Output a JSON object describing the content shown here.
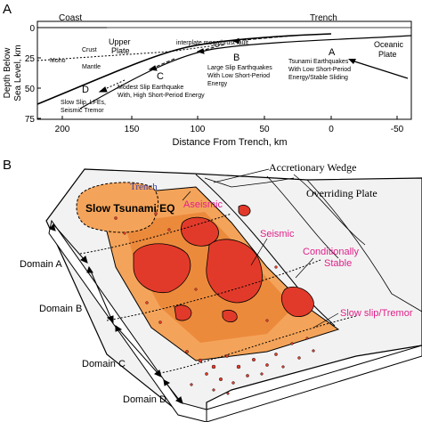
{
  "panel_a": {
    "letter": "A",
    "coast": "Coast",
    "trench": "Trench",
    "y_axis_label_1": "Depth Below",
    "y_axis_label_2": "Sea Level, km",
    "y_ticks": [
      "0",
      "25",
      "50",
      "75"
    ],
    "x_ticks": [
      "200",
      "150",
      "100",
      "50",
      "0",
      "-50"
    ],
    "x_axis_label": "Distance From Trench, km",
    "upper_plate_1": "Upper",
    "upper_plate_2": "Plate",
    "oceanic_plate_1": "Oceanic",
    "oceanic_plate_2": "Plate",
    "crust": "Crust",
    "moho": "Moho",
    "mantle": "Mantle",
    "fault": "interplate megathrust fault",
    "domain_letters": [
      "A",
      "B",
      "C",
      "D"
    ],
    "domain_a_text": [
      "Tsunami Earthquakes",
      "With Low Short-Period",
      "Energy/Stable Sliding"
    ],
    "domain_b_text": [
      "Large Slip Earthquakes",
      "With Low  Short-Period",
      "Energy"
    ],
    "domain_c_text": [
      "Modest Slip Earthquake",
      "With, High Short-Period Energy"
    ],
    "domain_d_text": [
      "Slow Slip, LFEs,",
      "Seismic Tremor"
    ]
  },
  "panel_b": {
    "letter": "B",
    "trench": "Trench",
    "accretionary_wedge": "Accretionary Wedge",
    "overriding_plate": "Overriding Plate",
    "slow_tsunami": "Slow Tsunami EQ",
    "aseismic": "Aseismic",
    "seismic": "Seismic",
    "conditionally_1": "Conditionally",
    "conditionally_2": "Stable",
    "slow_slip": "Slow slip/Tremor",
    "domains": [
      "Domain A",
      "Domain B",
      "Domain C",
      "Domain D"
    ]
  },
  "colors": {
    "magenta": "#e0218a",
    "trench_blue": "#3b3fa8",
    "orange_light": "#f4a45a",
    "orange_mid": "#ec8a3c",
    "red_patch": "#e23a2a",
    "block_grey": "#f2f2f2"
  }
}
